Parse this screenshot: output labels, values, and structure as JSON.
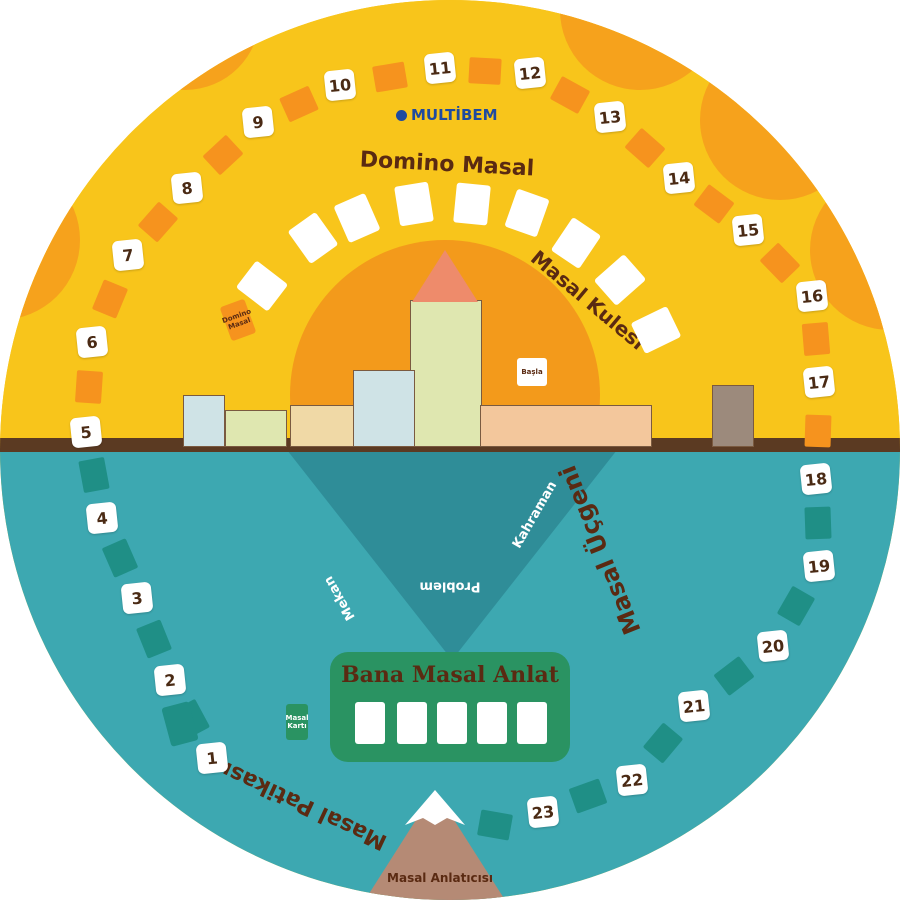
{
  "brand": "MULTİBEM",
  "titles": {
    "domino": "Domino Masal",
    "kule": "Masal Kulesi",
    "ucgen": "Masal Üçgeni",
    "patika": "Masal Patikası",
    "anlatici": "Masal Anlatıcısı",
    "box": "Bana Masal Anlat"
  },
  "start_label": "Başla",
  "domino_card_label": "Domino Masal",
  "masal_karti_label": "Masal Kartı",
  "triangle": {
    "mekan": "Mekan",
    "kahraman": "Kahraman",
    "problem": "Problem"
  },
  "track_numbers": [
    "1",
    "2",
    "3",
    "4",
    "5",
    "6",
    "7",
    "8",
    "9",
    "10",
    "11",
    "12",
    "13",
    "14",
    "15",
    "16",
    "17",
    "18",
    "19",
    "20",
    "21",
    "22",
    "23"
  ],
  "colors": {
    "sky": "#f8c51b",
    "sea": "#3da8b1",
    "text": "#5a2a12",
    "brand": "#1f4aa0"
  }
}
